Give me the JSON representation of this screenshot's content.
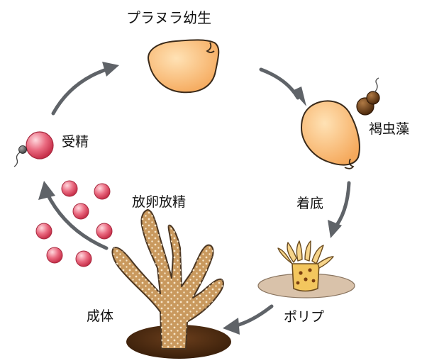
{
  "labels": {
    "planula": "プラヌラ幼生",
    "zooxanthellae": "褐虫藻",
    "settlement": "着底",
    "polyp": "ポリプ",
    "adult": "成体",
    "spawning": "放卵放精",
    "fertilization": "受精"
  },
  "colors": {
    "arrow": "#5f6368",
    "larva_fill": "#f6b36d",
    "coral_fill": "#c9995e",
    "coral_spots": "#f7e6c9",
    "egg_fill": "#e0455e",
    "substrate": "#4a2a12",
    "polyp_base": "#c9b19a",
    "zooxanthella": "#6b3a14"
  }
}
